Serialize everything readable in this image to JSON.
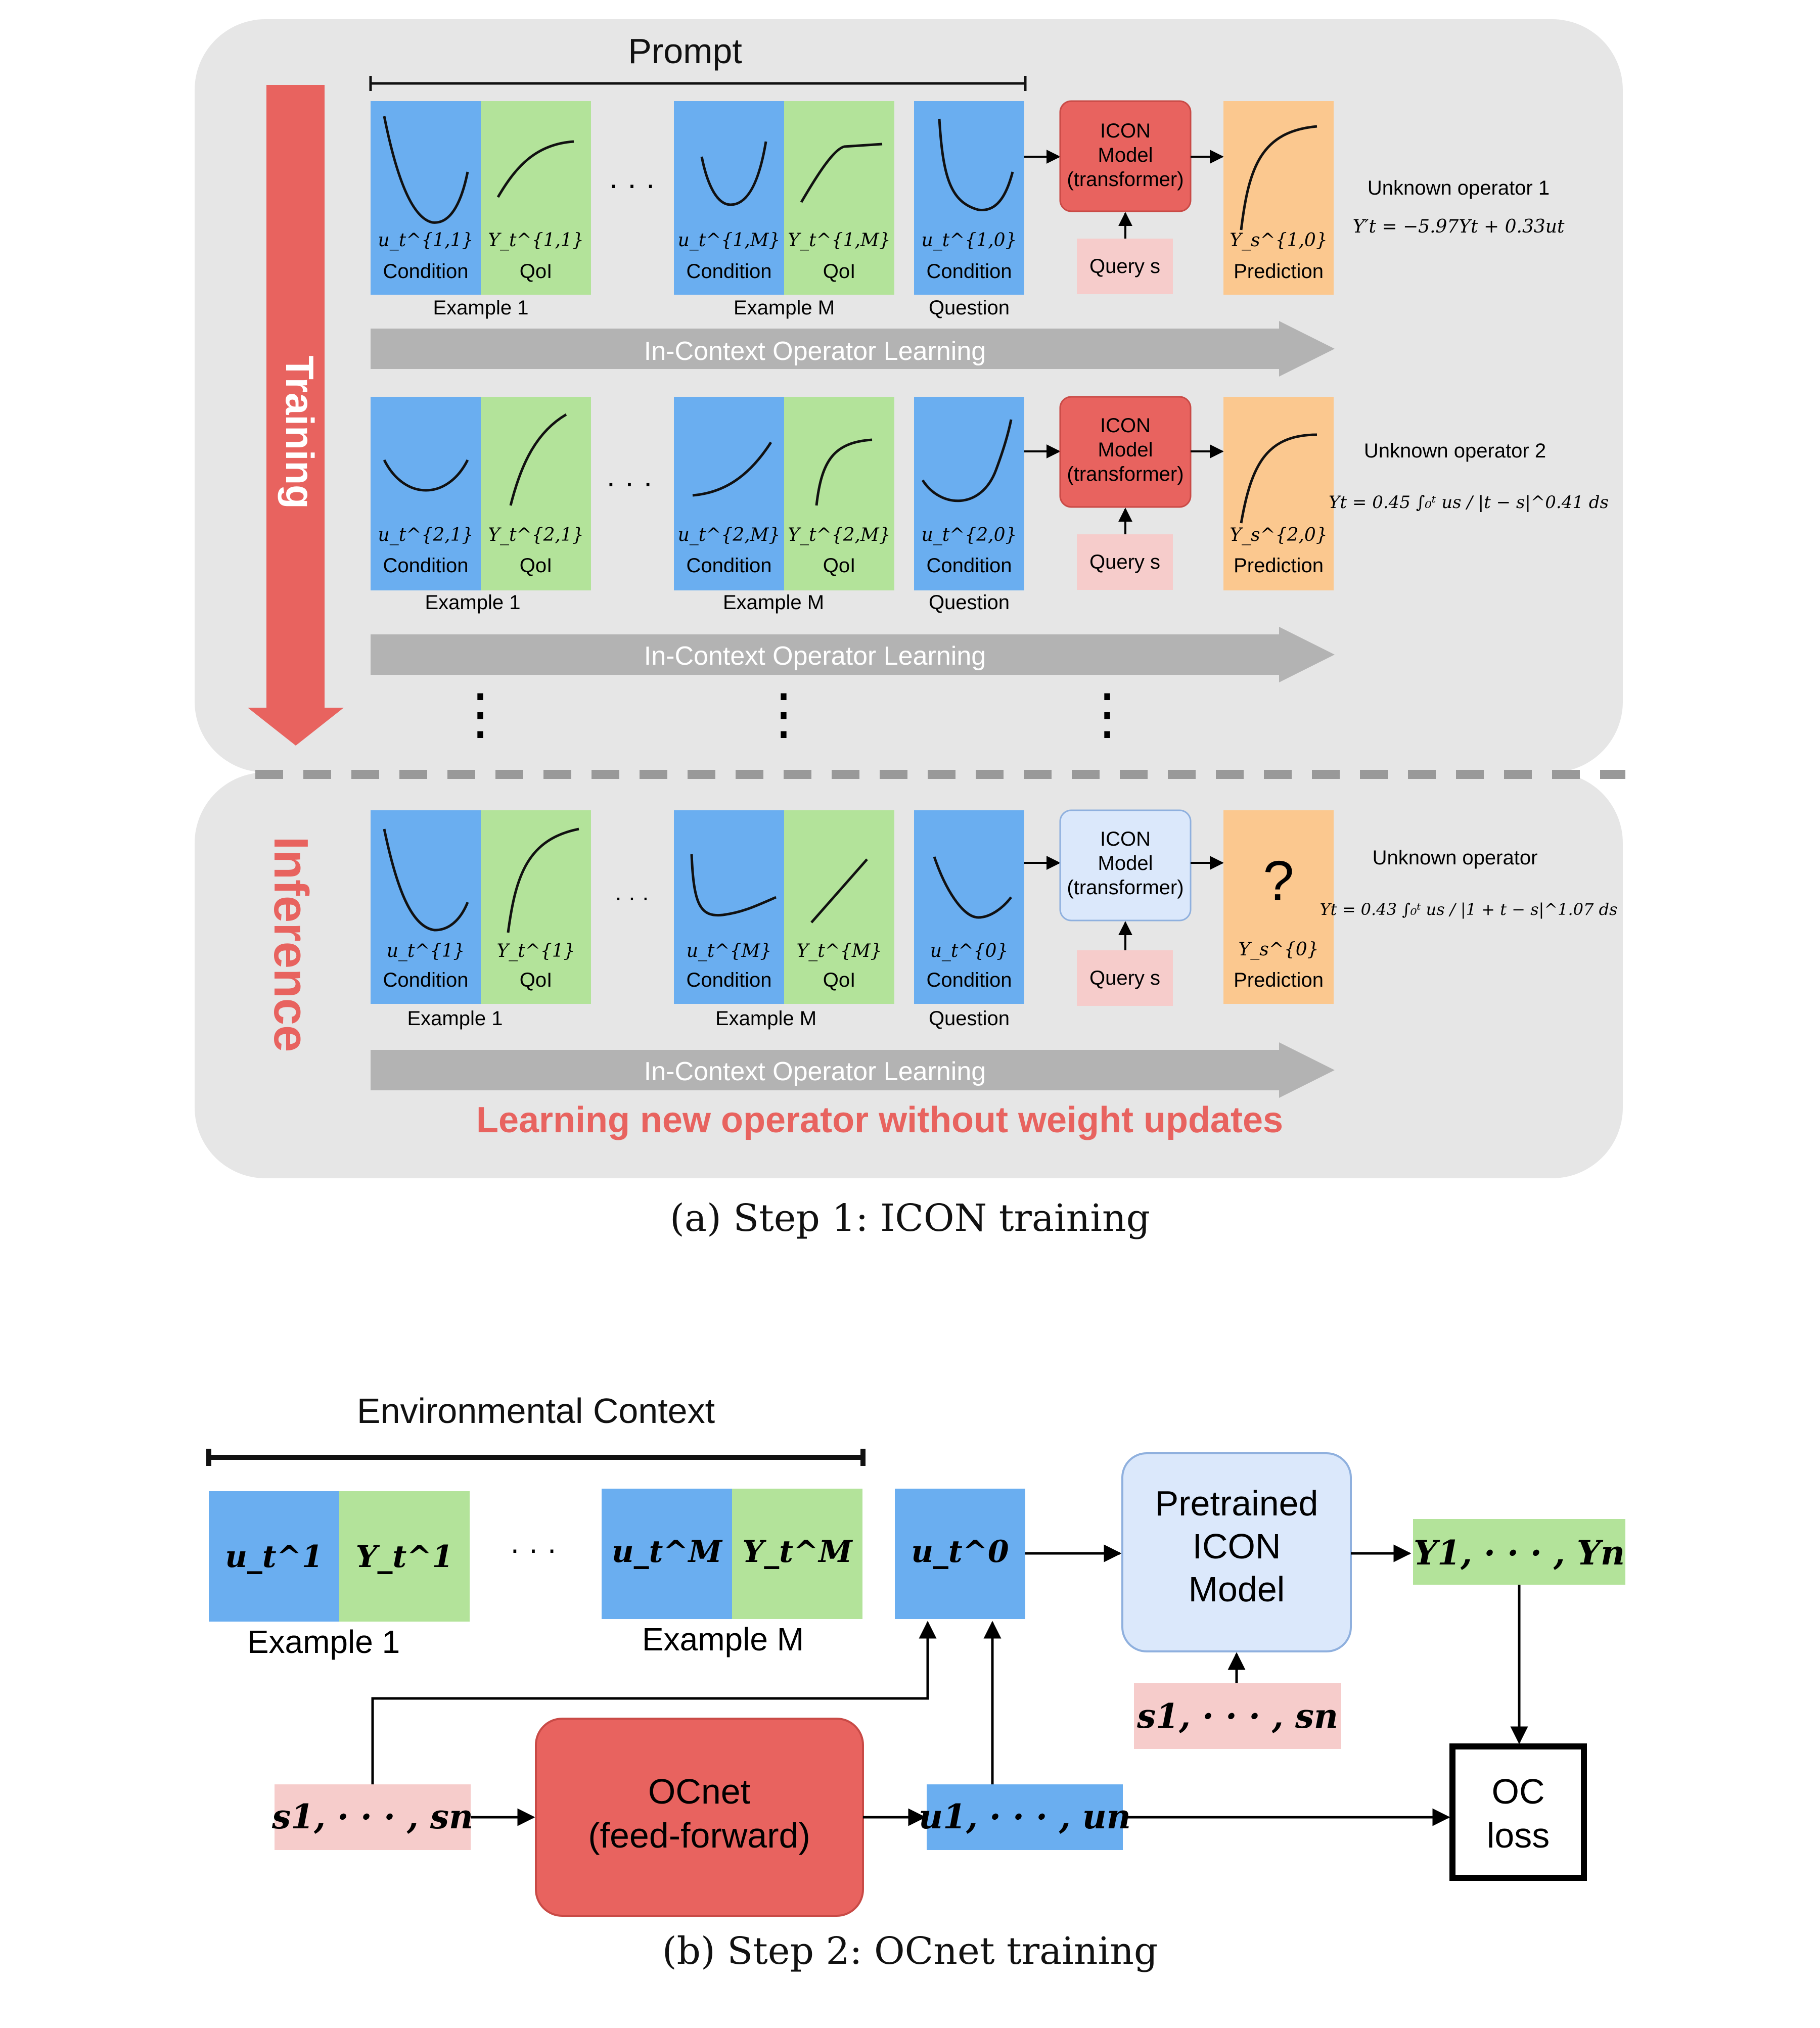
{
  "colors": {
    "condition_blue": "#6aaef0",
    "qoi_green": "#b3e39a",
    "model_red": "#e8635f",
    "model_light": "#dbe8fb",
    "query_pink": "#f6cccb",
    "prediction_orange": "#fbc88f",
    "panel_gray": "#e6e6e6",
    "arrow_gray": "#b3b3b3",
    "label_red": "#e8635f"
  },
  "panel_a": {
    "prompt_label": "Prompt",
    "training_label": "Training",
    "inference_label": "Inference",
    "ellipsis": "· · ·",
    "vdots": "⋮",
    "rows": [
      {
        "examples": [
          {
            "condition_symbol": "u_t^{1,1}",
            "condition_label": "Condition",
            "qoi_symbol": "Y_t^{1,1}",
            "qoi_label": "QoI",
            "caption": "Example 1"
          },
          {
            "condition_symbol": "u_t^{1,M}",
            "condition_label": "Condition",
            "qoi_symbol": "Y_t^{1,M}",
            "qoi_label": "QoI",
            "caption": "Example M"
          }
        ],
        "question": {
          "symbol": "u_t^{1,0}",
          "label": "Condition",
          "caption": "Question"
        },
        "model": {
          "line1": "ICON",
          "line2": "Model",
          "line3": "(transformer)"
        },
        "query": "Query s",
        "prediction": {
          "symbol": "Y_s^{1,0}",
          "label": "Prediction"
        },
        "operator_title": "Unknown operator 1",
        "operator_formula": "Y′t = −5.97Yt + 0.33ut",
        "arrow_label": "In-Context Operator Learning"
      },
      {
        "examples": [
          {
            "condition_symbol": "u_t^{2,1}",
            "condition_label": "Condition",
            "qoi_symbol": "Y_t^{2,1}",
            "qoi_label": "QoI",
            "caption": "Example 1"
          },
          {
            "condition_symbol": "u_t^{2,M}",
            "condition_label": "Condition",
            "qoi_symbol": "Y_t^{2,M}",
            "qoi_label": "QoI",
            "caption": "Example M"
          }
        ],
        "question": {
          "symbol": "u_t^{2,0}",
          "label": "Condition",
          "caption": "Question"
        },
        "model": {
          "line1": "ICON",
          "line2": "Model",
          "line3": "(transformer)"
        },
        "query": "Query s",
        "prediction": {
          "symbol": "Y_s^{2,0}",
          "label": "Prediction"
        },
        "operator_title": "Unknown operator 2",
        "operator_formula": "Yt = 0.45 ∫₀ᵗ us / |t − s|^0.41 ds",
        "arrow_label": "In-Context Operator Learning"
      },
      {
        "examples": [
          {
            "condition_symbol": "u_t^{1}",
            "condition_label": "Condition",
            "qoi_symbol": "Y_t^{1}",
            "qoi_label": "QoI",
            "caption": "Example 1"
          },
          {
            "condition_symbol": "u_t^{M}",
            "condition_label": "Condition",
            "qoi_symbol": "Y_t^{M}",
            "qoi_label": "QoI",
            "caption": "Example M"
          }
        ],
        "question": {
          "symbol": "u_t^{0}",
          "label": "Condition",
          "caption": "Question"
        },
        "model": {
          "line1": "ICON",
          "line2": "Model",
          "line3": "(transformer)"
        },
        "query": "Query s",
        "prediction": {
          "symbol": "Y_s^{0}",
          "label": "Prediction",
          "mark": "?"
        },
        "operator_title": "Unknown operator",
        "operator_formula": "Yt = 0.43 ∫₀ᵗ us / |1 + t − s|^1.07 ds",
        "arrow_label": "In-Context Operator Learning"
      }
    ],
    "footer": "Learning new operator without weight updates",
    "caption": "(a) Step 1: ICON training"
  },
  "panel_b": {
    "context_label": "Environmental Context",
    "example_1": {
      "u": "u_t^1",
      "y": "Y_t^1",
      "caption": "Example 1"
    },
    "example_m": {
      "u": "u_t^M",
      "y": "Y_t^M",
      "caption": "Example M"
    },
    "ellipsis": "· · ·",
    "question": "u_t^0",
    "model": {
      "line1": "Pretrained",
      "line2": "ICON",
      "line3": "Model"
    },
    "output": "Y1, · · · , Yn",
    "query": "s1, · · · , sn",
    "input": "s1, · · · , sn",
    "ocnet": {
      "line1": "OCnet",
      "line2": "(feed-forward)"
    },
    "controls": "u1, · · · , un",
    "loss": {
      "line1": "OC",
      "line2": "loss"
    },
    "caption": "(b) Step 2: OCnet training"
  }
}
